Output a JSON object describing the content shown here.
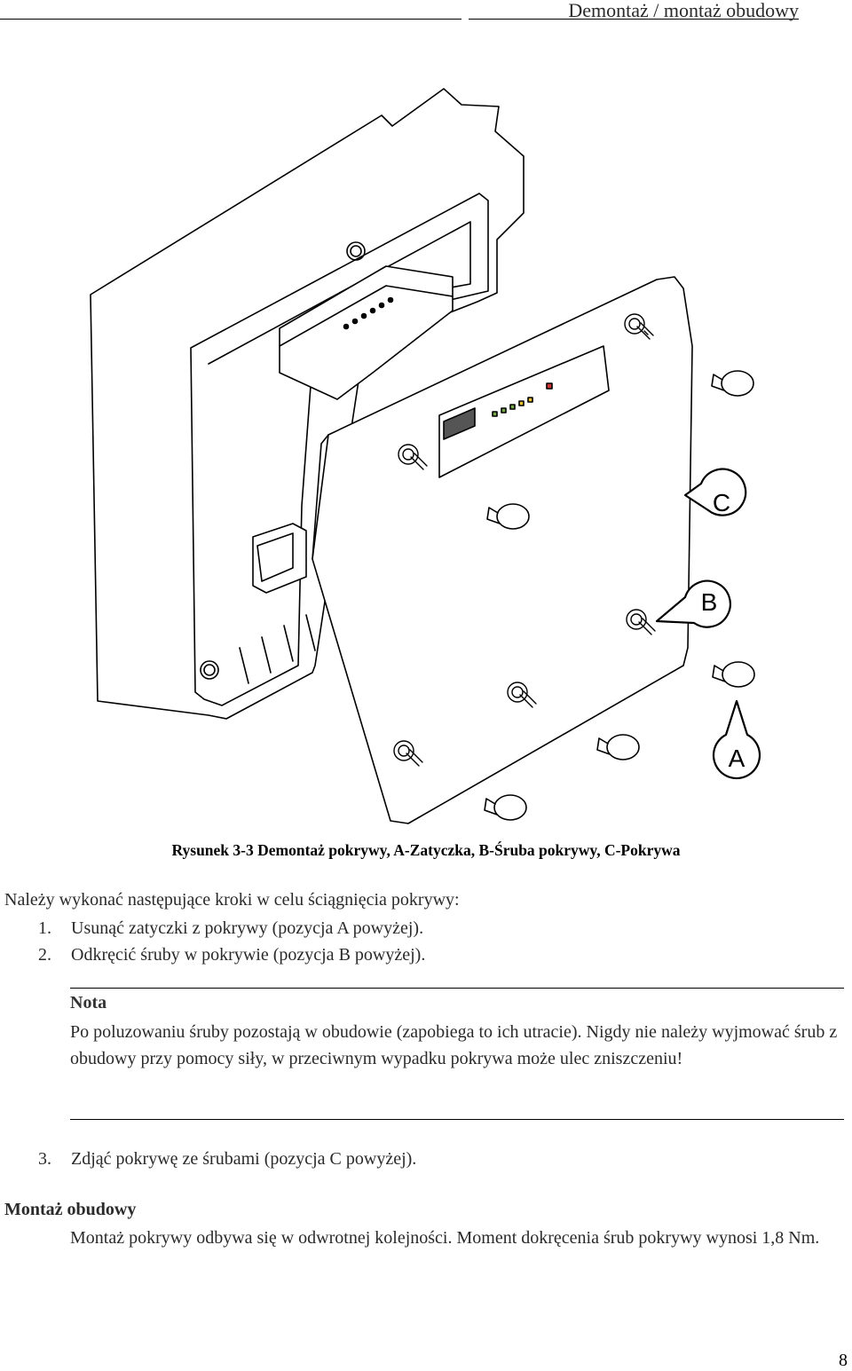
{
  "header": {
    "title": "Demontaż / montaż obudowy"
  },
  "figure": {
    "labels": {
      "a": "A",
      "b": "B",
      "c": "C"
    }
  },
  "caption": "Rysunek 3-3 Demontaż pokrywy, A-Zatyczka, B-Śruba pokrywy, C-Pokrywa",
  "intro": "Należy wykonać następujące kroki w celu ściągnięcia pokrywy:",
  "steps": [
    {
      "num": "1.",
      "text": "Usunąć zatyczki z pokrywy (pozycja A powyżej)."
    },
    {
      "num": "2.",
      "text": "Odkręcić śruby w pokrywie (pozycja B powyżej)."
    },
    {
      "num": "3.",
      "text": "Zdjąć pokrywę ze śrubami (pozycja C powyżej)."
    }
  ],
  "note": {
    "heading": "Nota",
    "text": "Po poluzowaniu śruby pozostają w obudowie (zapobiega to ich utracie). Nigdy nie należy wyjmować śrub z obudowy przy pomocy siły, w przeciwnym wypadku pokrywa może ulec zniszczeniu!"
  },
  "assembly": {
    "heading": "Montaż obudowy",
    "text": "Montaż pokrywy odbywa się w odwrotnej kolejności. Moment dokręcenia śrub pokrywy wynosi 1,8 Nm."
  },
  "page_number": "8"
}
